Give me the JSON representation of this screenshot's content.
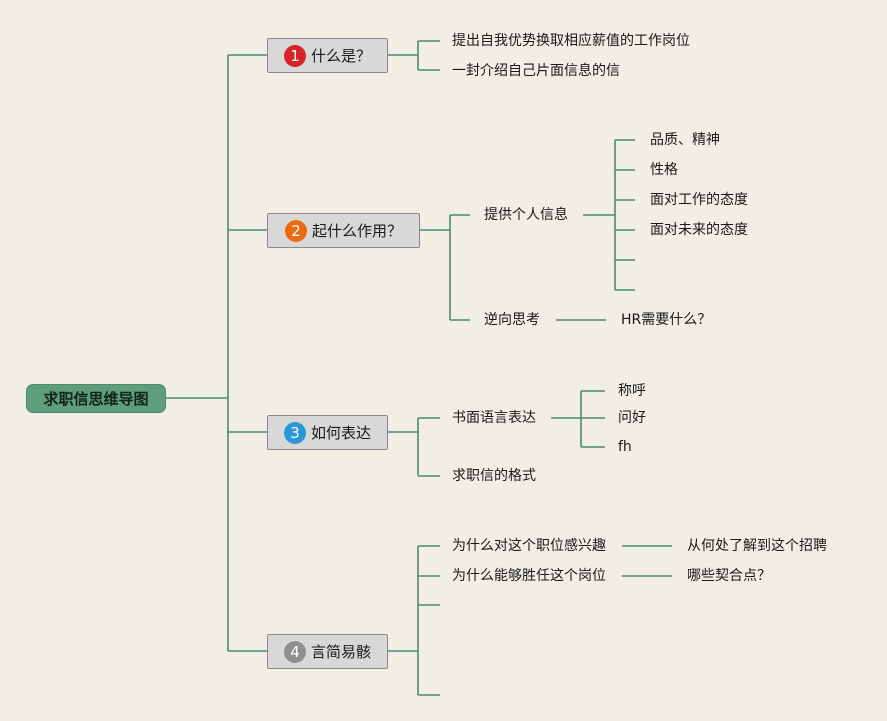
{
  "root": {
    "label": "求职信思维导图",
    "color": "#5e9e7b"
  },
  "line_color": "#4e8a73",
  "topics": [
    {
      "num": "1",
      "badge_color": "#d8232a",
      "label": "什么是？",
      "children": [
        "提出自我优势换取相应薪值的工作岗位",
        "一封介绍自己片面信息的信"
      ]
    },
    {
      "num": "2",
      "badge_color": "#ec6a12",
      "label": "起什么作用？",
      "children": [
        {
          "label": "提供个人信息",
          "children": [
            "品质、精神",
            "性格",
            "面对工作的态度",
            "面对未来的态度",
            "",
            ""
          ]
        },
        {
          "label": "逆向思考",
          "children": [
            "HR需要什么？"
          ]
        }
      ]
    },
    {
      "num": "3",
      "badge_color": "#2a97d8",
      "label": "如何表达",
      "children": [
        {
          "label": "书面语言表达",
          "children": [
            "称呼",
            "问好",
            "fh"
          ]
        },
        {
          "label": "求职信的格式"
        }
      ]
    },
    {
      "num": "4",
      "badge_color": "#8f8f8f",
      "label": "言简易骸",
      "children": [
        {
          "label": "为什么对这个职位感兴趣",
          "children": [
            "从何处了解到这个招聘"
          ]
        },
        {
          "label": "为什么能够胜任这个岗位",
          "children": [
            "哪些契合点？"
          ]
        },
        {
          "label": ""
        },
        {
          "label": ""
        }
      ]
    }
  ]
}
